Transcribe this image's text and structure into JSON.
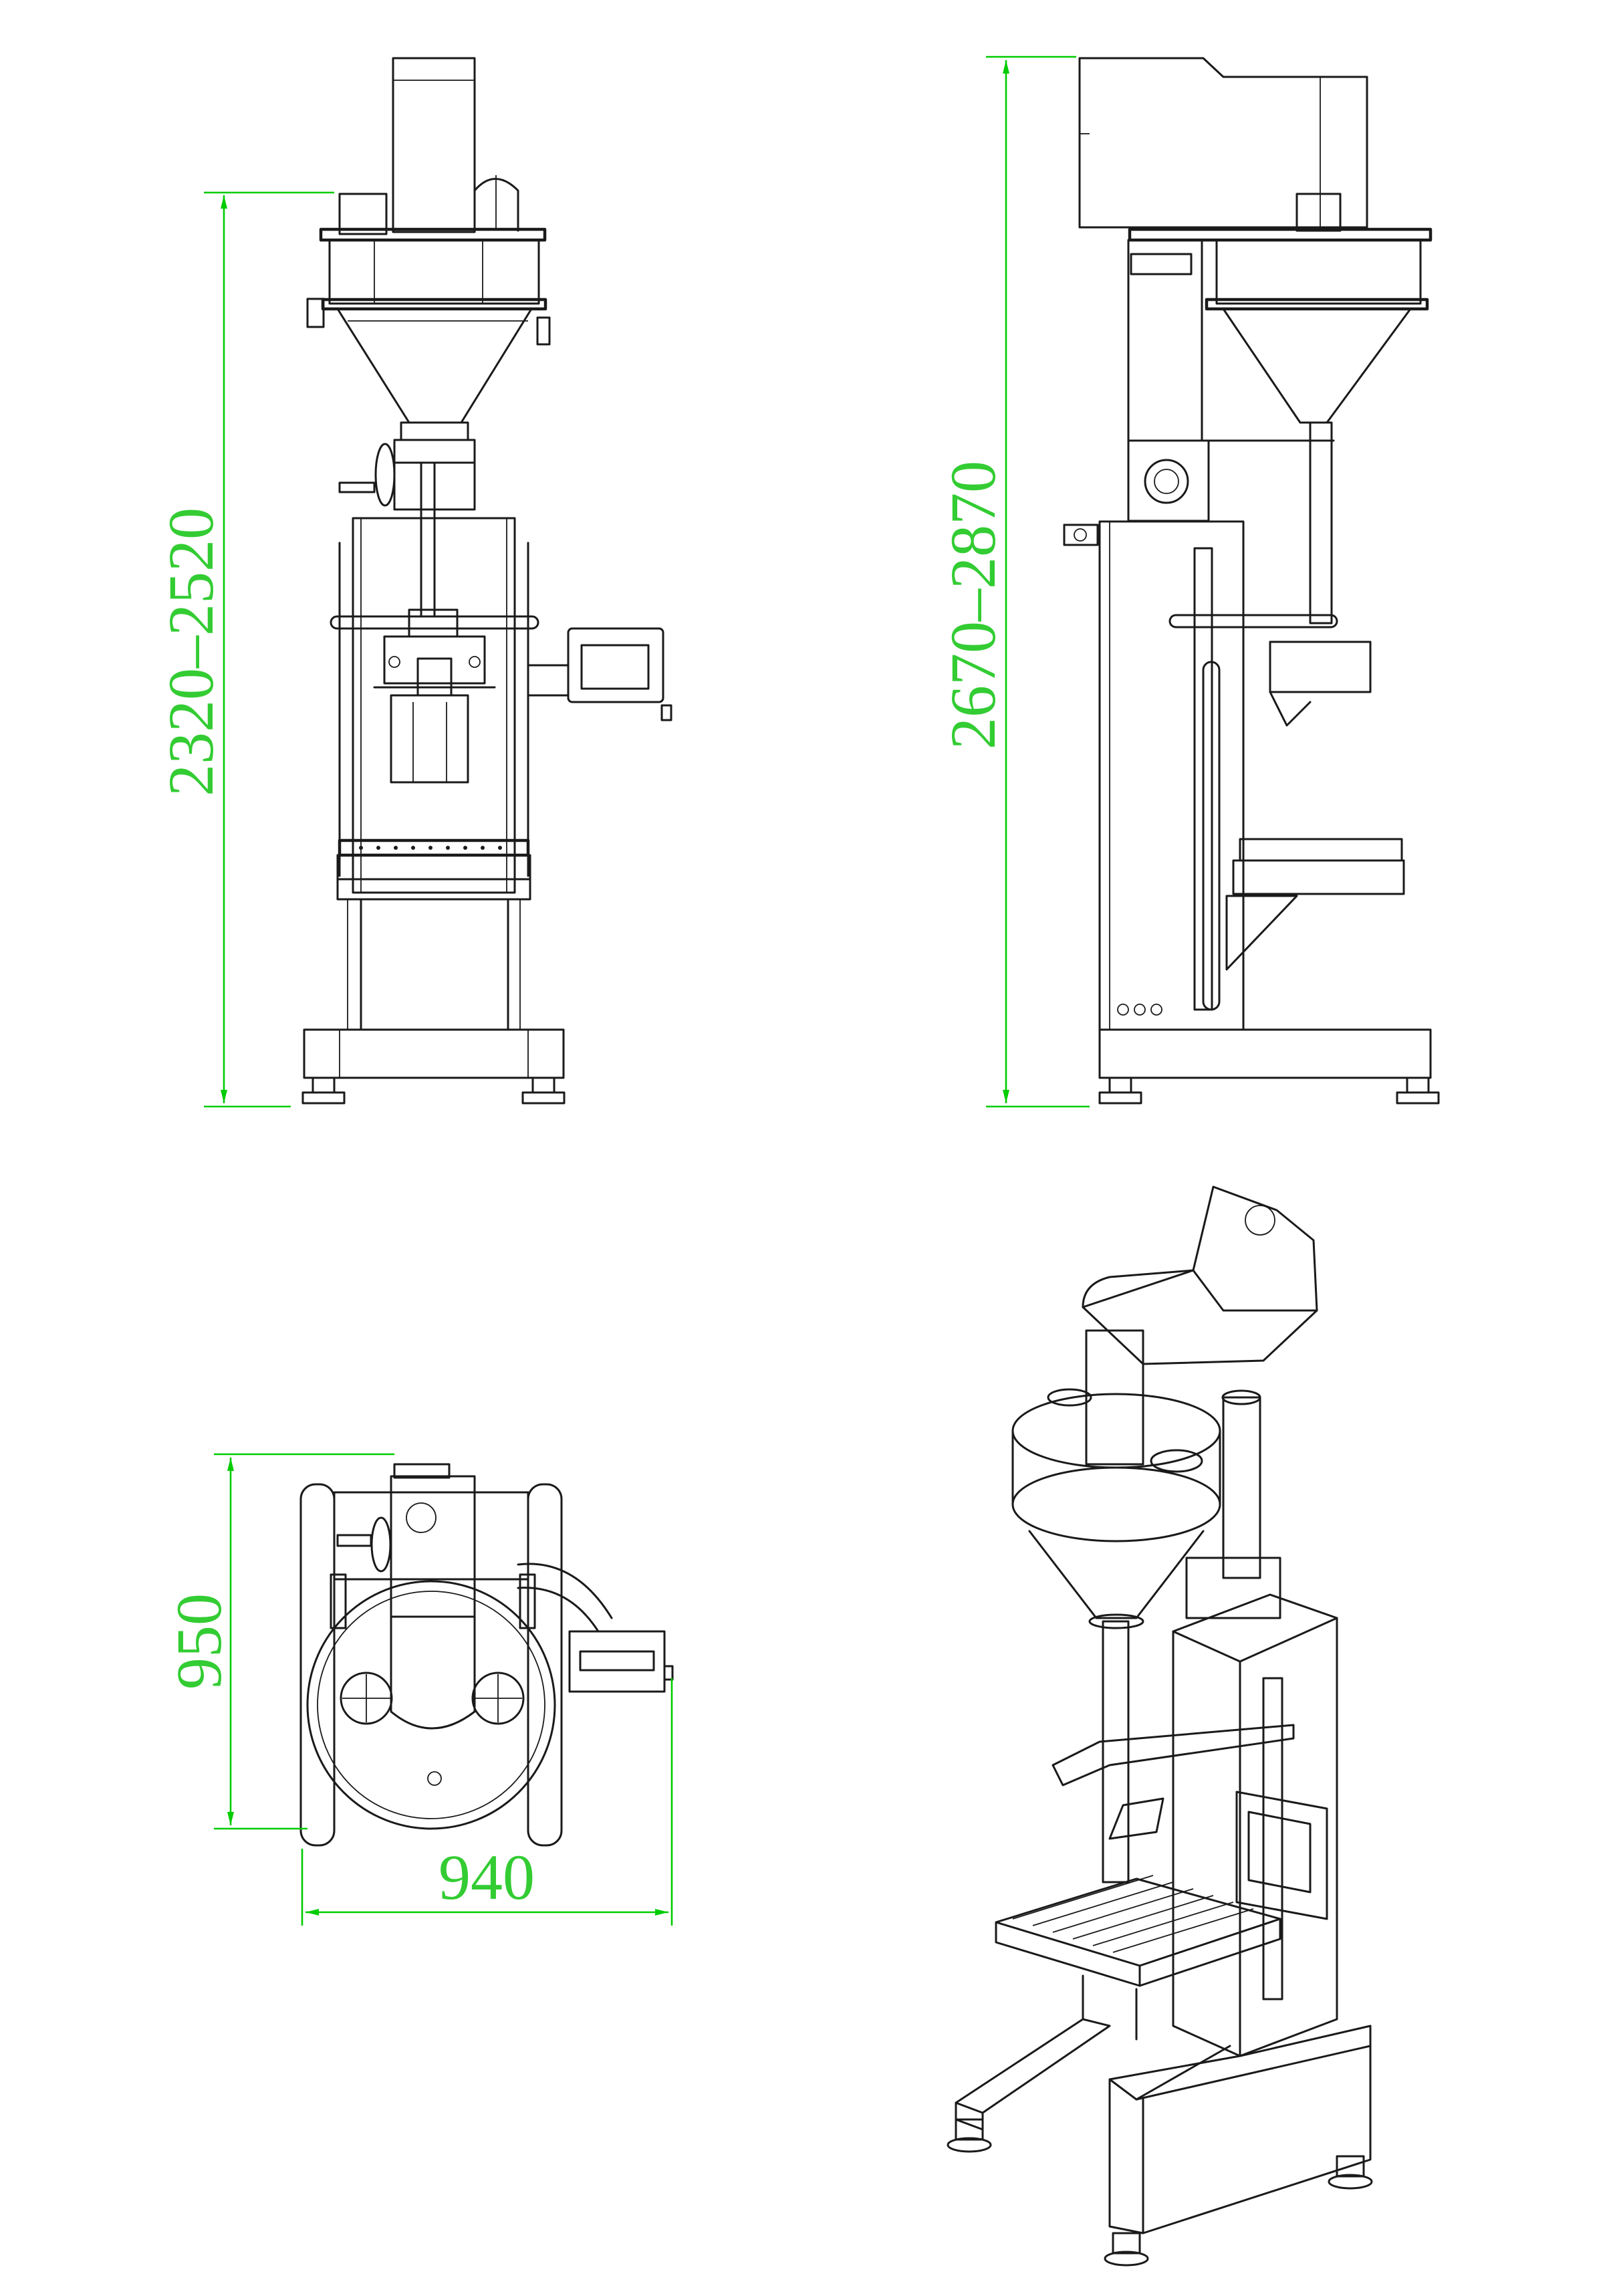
{
  "colors": {
    "line": "#1a1a1a",
    "dimension": "#00cc00",
    "dimension_text": "#33cc33",
    "background": "#ffffff"
  },
  "views": {
    "front": {
      "height_dim": "2320–2520"
    },
    "side": {
      "height_dim": "2670–2870"
    },
    "top": {
      "depth_dim": "950",
      "width_dim": "940"
    },
    "iso": {}
  }
}
